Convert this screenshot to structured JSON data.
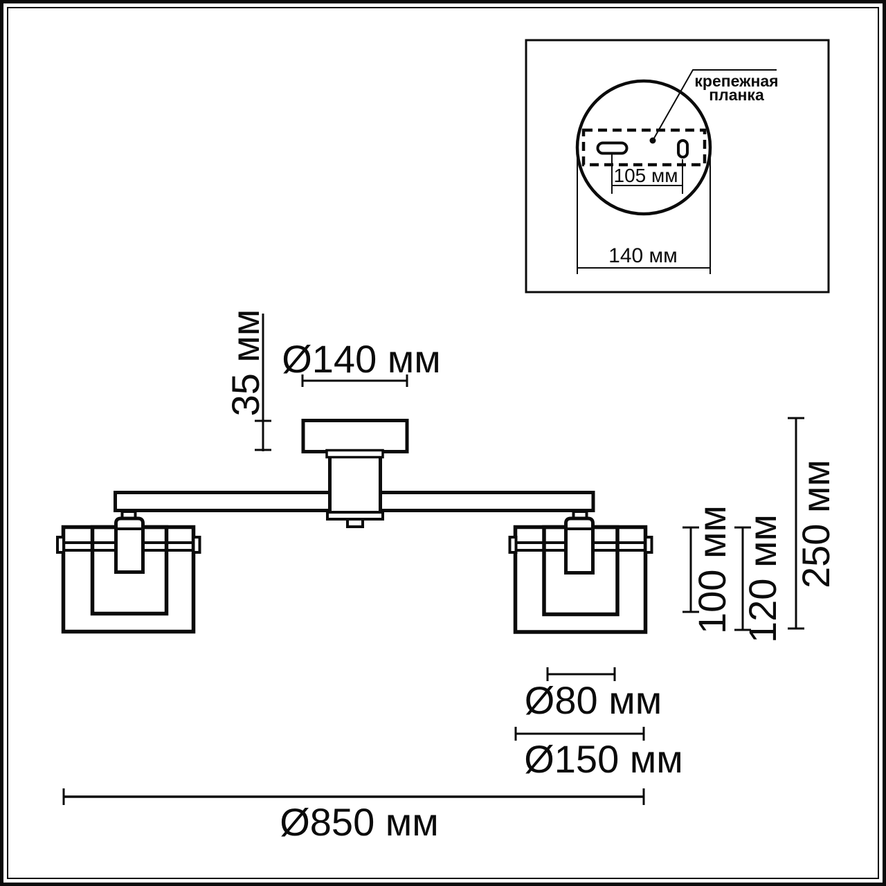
{
  "drawing": {
    "type": "ceiling-light-dimension-diagram",
    "colors": {
      "line": "#0b0b0b",
      "background": "#ffffff"
    },
    "inset": {
      "mounting_plate_label_line1": "крепежная",
      "mounting_plate_label_line2": "планка",
      "hole_spacing_dim": "105 мм",
      "plate_width_dim": "140 мм"
    },
    "dims": {
      "canopy_height": "35 мм",
      "canopy_diameter": "Ø140 мм",
      "shade_inner_height": "100 мм",
      "shade_height": "120 мм",
      "fixture_height": "250 мм",
      "shade_inner_diameter": "Ø80 мм",
      "shade_diameter": "Ø150 мм",
      "fixture_width": "Ø850 мм"
    }
  }
}
